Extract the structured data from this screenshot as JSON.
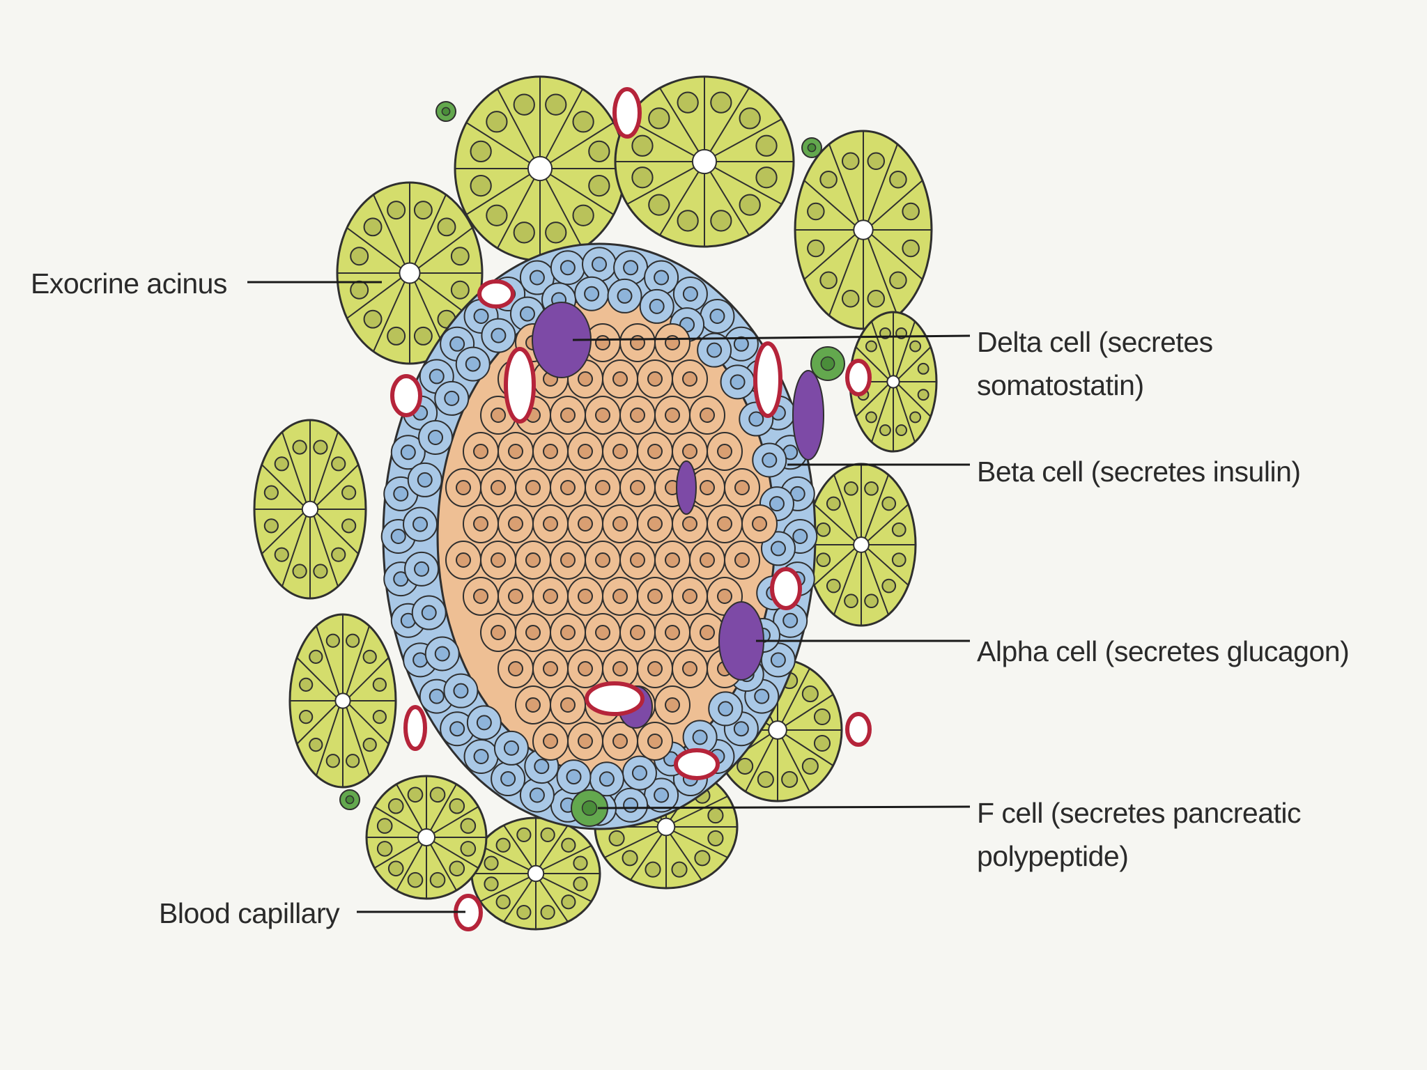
{
  "labels": {
    "exocrine_acinus": "Exocrine acinus",
    "delta_cell_line1": "Delta cell (secretes",
    "delta_cell_line2": "somatostatin)",
    "beta_cell": "Beta cell (secretes insulin)",
    "alpha_cell": "Alpha cell (secretes glucagon)",
    "f_cell_line1": "F cell (secretes pancreatic",
    "f_cell_line2": "polypeptide)",
    "blood_capillary": "Blood capillary"
  },
  "colors": {
    "background": "#f6f6f2",
    "acinus_fill": "#d4dd6c",
    "acinus_nucleus": "#b9c25a",
    "beta_cell": "#eebf94",
    "alpha_cell": "#a9c8e6",
    "delta_cell": "#7d4aa6",
    "f_cell": "#63a84e",
    "capillary_wall": "#b5243a",
    "outline": "#2f2f2f",
    "leader_line": "#1a1a1a"
  }
}
